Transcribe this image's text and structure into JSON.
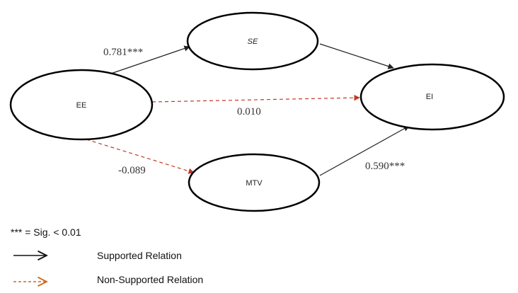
{
  "nodes": {
    "ee": {
      "label": "EE"
    },
    "se": {
      "label": "SE"
    },
    "mtv": {
      "label": "MTV"
    },
    "ei": {
      "label": "EI"
    }
  },
  "paths": {
    "ee_se": {
      "coefficient": "0.781***",
      "status": "supported"
    },
    "ee_ei": {
      "coefficient": "0.010",
      "status": "non-supported"
    },
    "ee_mtv": {
      "coefficient": "-0.089",
      "status": "non-supported"
    },
    "se_ei": {
      "coefficient": "",
      "status": "supported"
    },
    "mtv_ei": {
      "coefficient": "0.590***",
      "status": "supported"
    }
  },
  "legend": {
    "significance_note": "*** = Sig. < 0.01",
    "supported_label": "Supported Relation",
    "non_supported_label": "Non-Supported Relation"
  },
  "colors": {
    "supported": "#222222",
    "non_supported": "#c0392b",
    "legend_non_supported": "#d2691e"
  }
}
